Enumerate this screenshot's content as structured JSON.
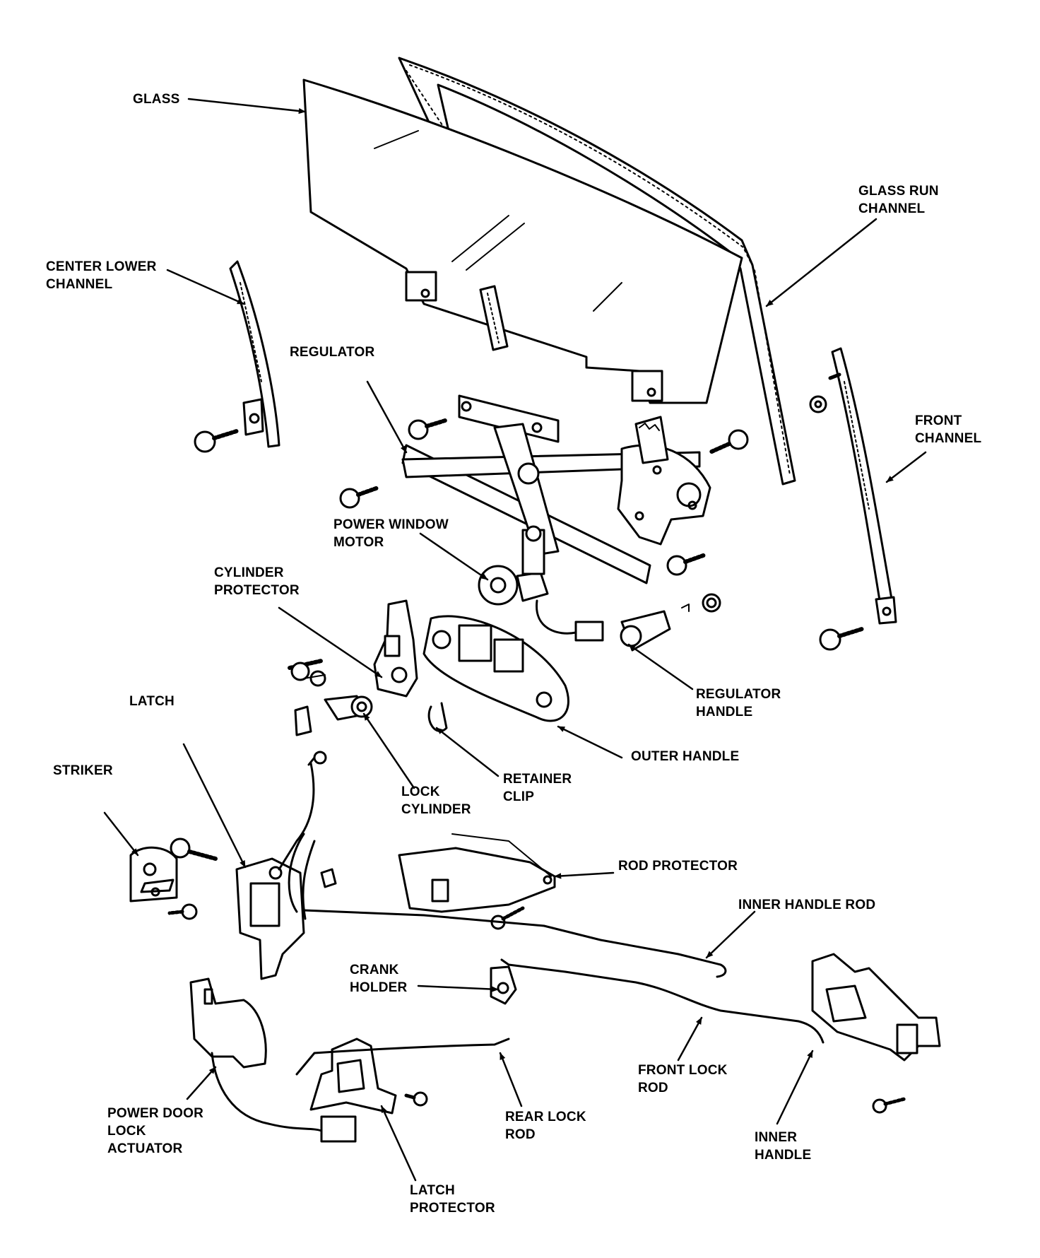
{
  "diagram": {
    "parts": [
      {
        "id": "glass",
        "lines": [
          "GLASS"
        ]
      },
      {
        "id": "glass-run-channel",
        "lines": [
          "GLASS RUN",
          "CHANNEL"
        ]
      },
      {
        "id": "center-lower-channel",
        "lines": [
          "CENTER LOWER",
          "CHANNEL"
        ]
      },
      {
        "id": "regulator",
        "lines": [
          "REGULATOR"
        ]
      },
      {
        "id": "front-channel",
        "lines": [
          "FRONT",
          "CHANNEL"
        ]
      },
      {
        "id": "power-window-motor",
        "lines": [
          "POWER WINDOW",
          "MOTOR"
        ]
      },
      {
        "id": "cylinder-protector",
        "lines": [
          "CYLINDER",
          "PROTECTOR"
        ]
      },
      {
        "id": "regulator-handle",
        "lines": [
          "REGULATOR",
          "HANDLE"
        ]
      },
      {
        "id": "latch",
        "lines": [
          "LATCH"
        ]
      },
      {
        "id": "outer-handle",
        "lines": [
          "OUTER HANDLE"
        ]
      },
      {
        "id": "striker",
        "lines": [
          "STRIKER"
        ]
      },
      {
        "id": "lock-cylinder",
        "lines": [
          "LOCK",
          "CYLINDER"
        ]
      },
      {
        "id": "retainer-clip",
        "lines": [
          "RETAINER",
          "CLIP"
        ]
      },
      {
        "id": "rod-protector",
        "lines": [
          "ROD PROTECTOR"
        ]
      },
      {
        "id": "inner-handle-rod",
        "lines": [
          "INNER HANDLE ROD"
        ]
      },
      {
        "id": "crank-holder",
        "lines": [
          "CRANK",
          "HOLDER"
        ]
      },
      {
        "id": "front-lock-rod",
        "lines": [
          "FRONT LOCK",
          "ROD"
        ]
      },
      {
        "id": "rear-lock-rod",
        "lines": [
          "REAR LOCK",
          "ROD"
        ]
      },
      {
        "id": "power-door-lock-actuator",
        "lines": [
          "POWER DOOR",
          "LOCK",
          "ACTUATOR"
        ]
      },
      {
        "id": "inner-handle",
        "lines": [
          "INNER",
          "HANDLE"
        ]
      },
      {
        "id": "latch-protector",
        "lines": [
          "LATCH",
          "PROTECTOR"
        ]
      }
    ]
  }
}
